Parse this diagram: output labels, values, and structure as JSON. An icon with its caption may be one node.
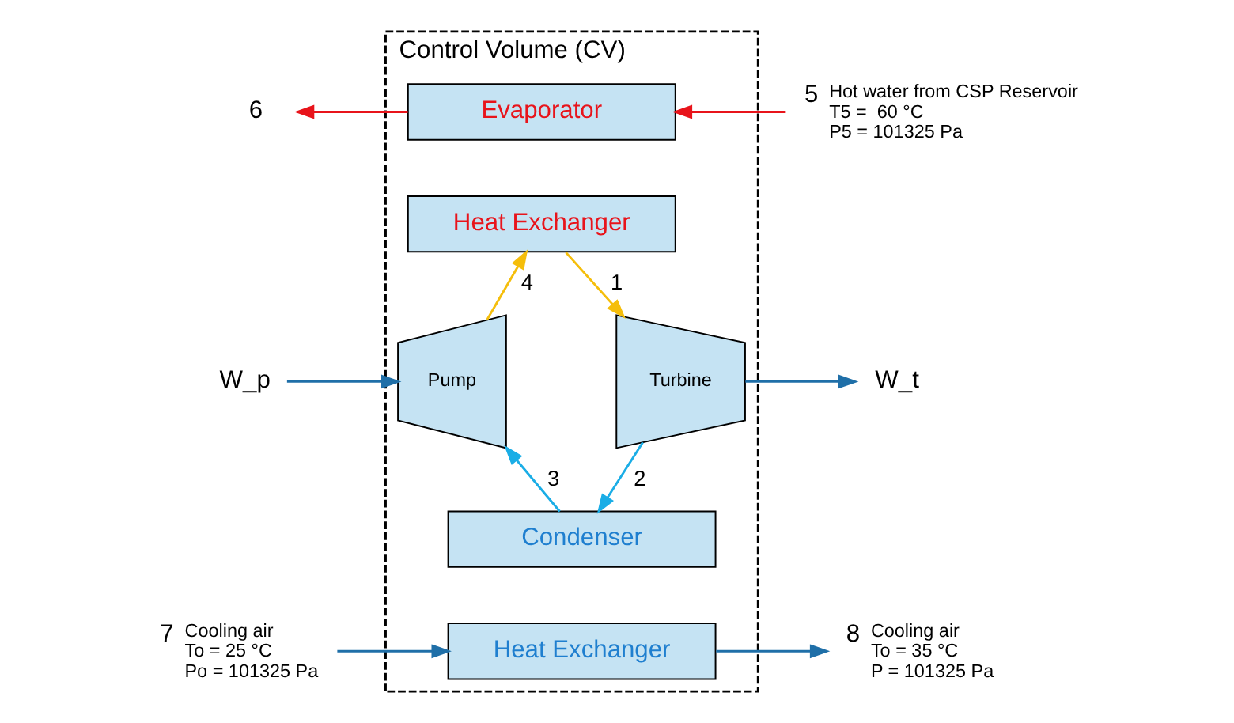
{
  "diagram": {
    "nodes": [
      {
        "text": [
          "Control Volume (CV)"
        ]
      },
      {
        "text": [
          "Evaporator"
        ],
        "in": 0
      },
      {
        "text": [
          "Heat Exchanger"
        ],
        "in": 0
      },
      {
        "text": [
          "Pump"
        ],
        "in": 0
      },
      {
        "text": [
          "Turbine"
        ],
        "in": 0
      },
      {
        "text": [
          "Condenser"
        ],
        "in": 0
      },
      {
        "text": [
          "Heat Exchanger"
        ],
        "in": 0
      },
      {
        "text": [
          "6"
        ]
      },
      {
        "text": [
          "5"
        ],
        "beside": [
          "Hot water from CSP Reservoir",
          "T5 =  60 °C",
          "P5 = 101325 Pa"
        ]
      },
      {
        "text": [
          "W_p"
        ]
      },
      {
        "text": [
          "W_t"
        ]
      },
      {
        "text": [
          "7"
        ],
        "beside": [
          "Cooling air",
          "To = 25 °C",
          "Po = 101325 Pa"
        ]
      },
      {
        "text": [
          "8"
        ],
        "beside": [
          "Cooling air",
          "To = 35 °C",
          "P = 101325 Pa"
        ]
      }
    ],
    "edges": [
      {
        "from": 8,
        "to": 1,
        "arrow": "to",
        "color": "#e8141b"
      },
      {
        "from": 1,
        "to": 7,
        "arrow": "to",
        "color": "#e8141b"
      },
      {
        "from": 2,
        "to": 4,
        "arrow": "to",
        "label": "1",
        "color": "#f5be0b"
      },
      {
        "from": 4,
        "to": 5,
        "arrow": "to",
        "label": "2",
        "color": "#1aade6"
      },
      {
        "from": 5,
        "to": 3,
        "arrow": "to",
        "label": "3",
        "color": "#1aade6"
      },
      {
        "from": 3,
        "to": 2,
        "arrow": "to",
        "label": "4",
        "color": "#f5be0b"
      },
      {
        "from": 9,
        "to": 3,
        "arrow": "to",
        "color": "#1f6fa8"
      },
      {
        "from": 4,
        "to": 10,
        "arrow": "to",
        "color": "#1f6fa8"
      },
      {
        "from": 11,
        "to": 6,
        "arrow": "to",
        "color": "#1f6fa8"
      },
      {
        "from": 6,
        "to": 12,
        "arrow": "to",
        "color": "#1f6fa8"
      }
    ]
  }
}
